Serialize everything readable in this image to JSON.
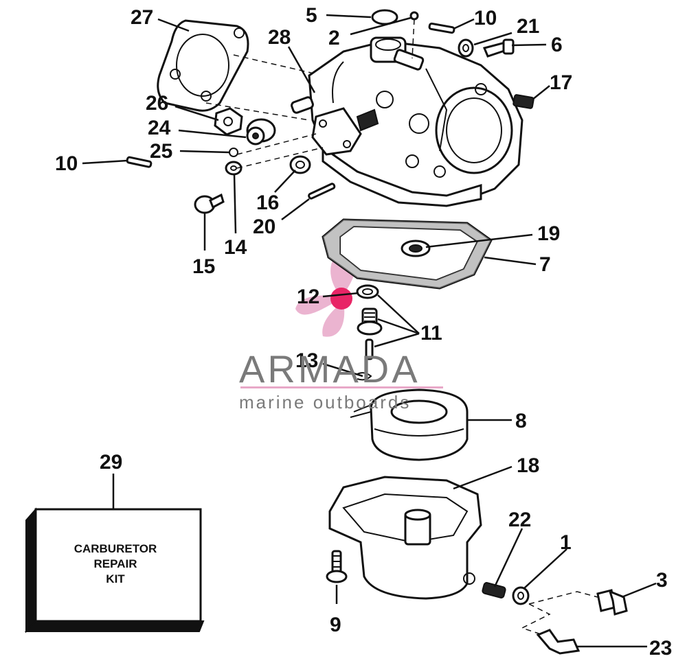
{
  "callouts": [
    {
      "id": "27",
      "label": "27"
    },
    {
      "id": "5",
      "label": "5"
    },
    {
      "id": "2",
      "label": "2"
    },
    {
      "id": "10a",
      "label": "10"
    },
    {
      "id": "21",
      "label": "21"
    },
    {
      "id": "6",
      "label": "6"
    },
    {
      "id": "28",
      "label": "28"
    },
    {
      "id": "17",
      "label": "17"
    },
    {
      "id": "26",
      "label": "26"
    },
    {
      "id": "24",
      "label": "24"
    },
    {
      "id": "25",
      "label": "25"
    },
    {
      "id": "10b",
      "label": "10"
    },
    {
      "id": "16",
      "label": "16"
    },
    {
      "id": "20",
      "label": "20"
    },
    {
      "id": "14",
      "label": "14"
    },
    {
      "id": "15",
      "label": "15"
    },
    {
      "id": "19",
      "label": "19"
    },
    {
      "id": "7",
      "label": "7"
    },
    {
      "id": "12",
      "label": "12"
    },
    {
      "id": "11",
      "label": "11"
    },
    {
      "id": "13",
      "label": "13"
    },
    {
      "id": "8",
      "label": "8"
    },
    {
      "id": "29",
      "label": "29"
    },
    {
      "id": "18",
      "label": "18"
    },
    {
      "id": "22",
      "label": "22"
    },
    {
      "id": "1",
      "label": "1"
    },
    {
      "id": "3",
      "label": "3"
    },
    {
      "id": "9",
      "label": "9"
    },
    {
      "id": "23",
      "label": "23"
    }
  ],
  "kit_box": {
    "line1": "CARBURETOR",
    "line2": "REPAIR",
    "line3": "KIT"
  },
  "watermark": {
    "brand": "ARMADA",
    "tagline": "marine outboards",
    "brand_color": "#7a7a7a",
    "logo_color": "#e8a8c8",
    "logo_center_color": "#e5004c"
  }
}
